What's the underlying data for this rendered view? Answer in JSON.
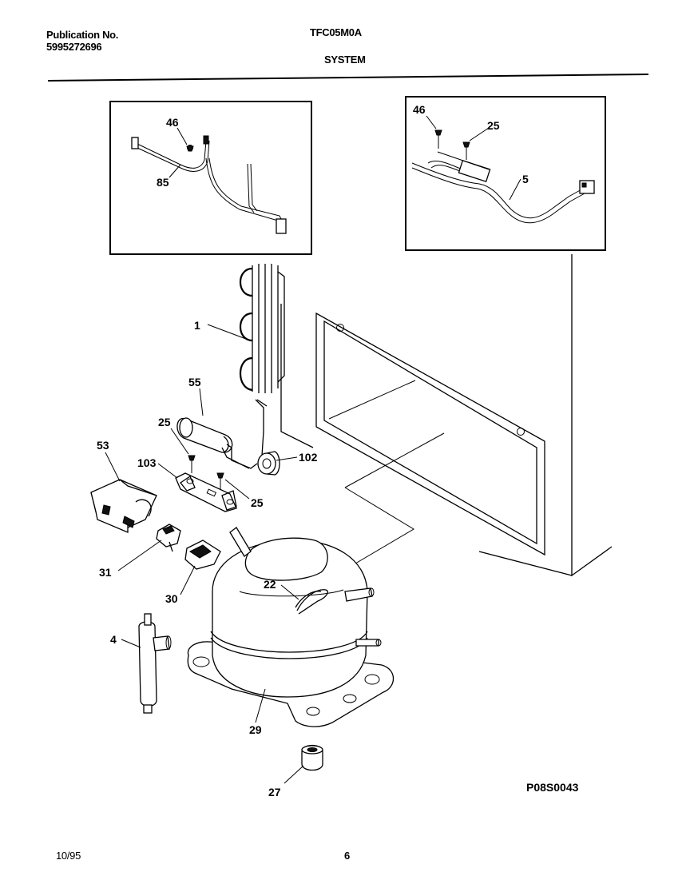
{
  "header": {
    "publication_label": "Publication No.",
    "publication_number": "5995272696",
    "model": "TFC05M0A",
    "section": "SYSTEM"
  },
  "footer": {
    "date": "10/95",
    "page": "6",
    "drawing_code": "P08S0043"
  },
  "callouts": {
    "inset_left": {
      "screw": "46",
      "harness": "85"
    },
    "inset_right": {
      "screw_a": "46",
      "screw_b": "25",
      "harness": "5"
    },
    "condenser": "1",
    "capacitor": "55",
    "screw_upper": "25",
    "bracket": "103",
    "grommet": "102",
    "screw_lower": "25",
    "relay": "53",
    "overload_clip": "31",
    "terminal_cover": "30",
    "clip_on_compressor": "22",
    "drier": "4",
    "compressor": "29",
    "mounting_grommet": "27"
  }
}
